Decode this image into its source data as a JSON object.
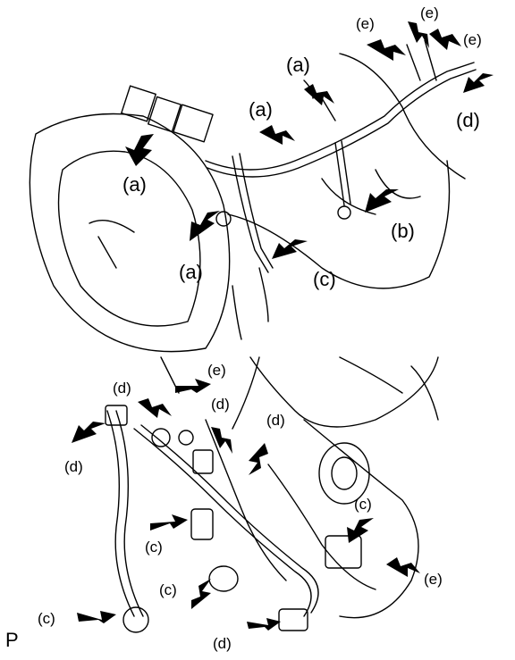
{
  "diagram": {
    "top_view": {
      "labels": {
        "a1": "(a)",
        "a2": "(a)",
        "a3": "(a)",
        "a4": "(a)",
        "b": "(b)",
        "c": "(c)",
        "d": "(d)",
        "e1": "(e)",
        "e2": "(e)",
        "e3": "(e)"
      }
    },
    "bottom_view": {
      "labels": {
        "e1": "(e)",
        "e2": "(e)",
        "d1": "(d)",
        "d2": "(d)",
        "d3": "(d)",
        "d4": "(d)",
        "d5": "(d)",
        "c1": "(c)",
        "c2": "(c)",
        "c3": "(c)",
        "c4": "(c)"
      }
    },
    "corner_mark": "P"
  }
}
